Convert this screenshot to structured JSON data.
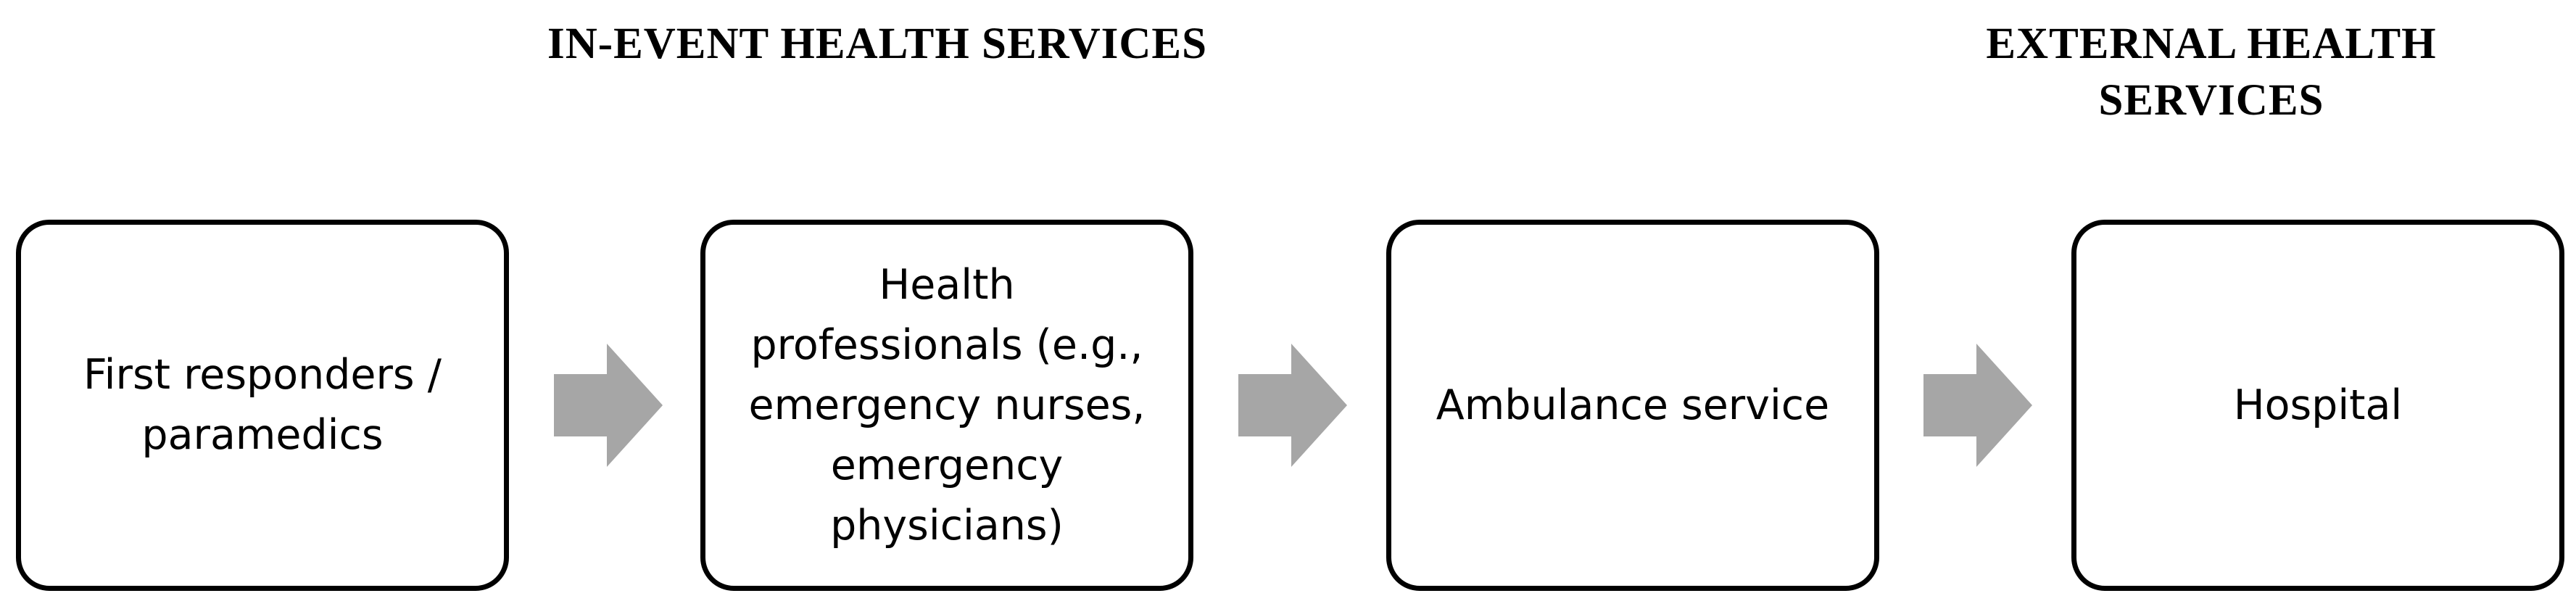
{
  "headings": {
    "in_event": "IN-EVENT HEALTH SERVICES",
    "external": "EXTERNAL HEALTH\nSERVICES"
  },
  "boxes": {
    "first_responders": "First responders  /\nparamedics",
    "health_professionals": "Health\nprofessionals (e.g.,\nemergency nurses,\nemergency\nphysicians)",
    "ambulance": "Ambulance service",
    "hospital": "Hospital"
  },
  "colors": {
    "arrow_fill": "#a6a6a6",
    "box_border": "#000000",
    "text": "#000000"
  }
}
